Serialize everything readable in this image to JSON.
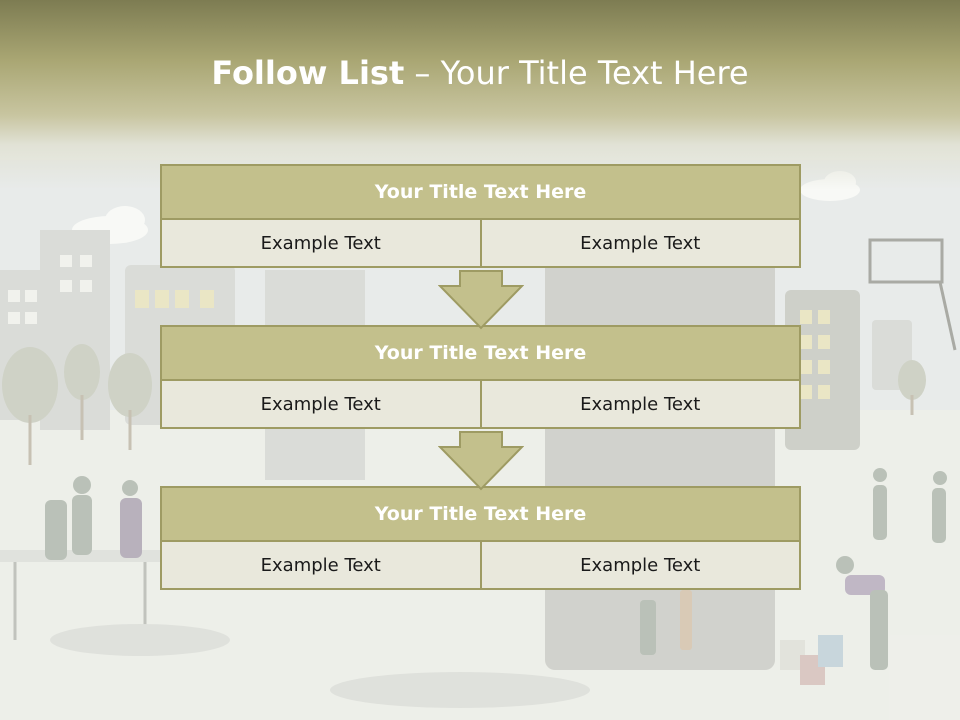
{
  "slide": {
    "title_bold": "Follow List",
    "title_rest": " – Your Title Text Here"
  },
  "steps": [
    {
      "title": "Your Title Text Here",
      "left": "Example Text",
      "right": "Example Text"
    },
    {
      "title": "Your Title Text Here",
      "left": "Example Text",
      "right": "Example Text"
    },
    {
      "title": "Your Title Text Here",
      "left": "Example Text",
      "right": "Example Text"
    }
  ],
  "colors": {
    "header_dark": "#7d7c52",
    "box_fill": "#c3c08c",
    "box_border": "#9e9b63",
    "cell_fill": "#e9e8dc",
    "arrow_fill": "#c3c08c"
  }
}
